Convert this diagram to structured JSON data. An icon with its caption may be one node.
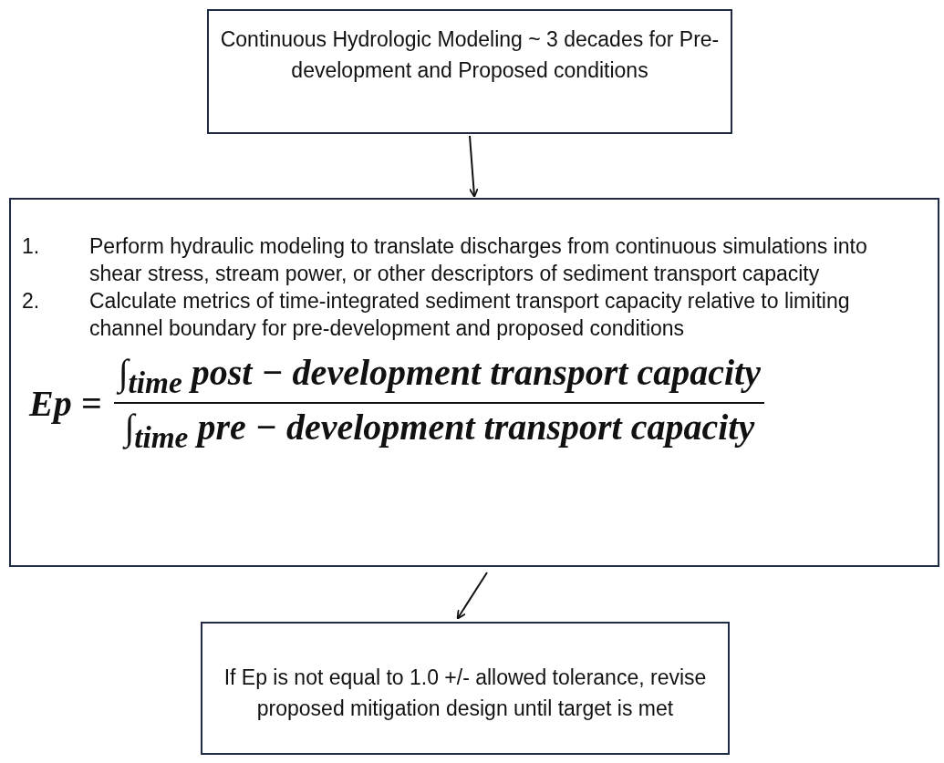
{
  "diagram": {
    "nodes": [
      {
        "text": [
          "Continuous Hydrologic Modeling ~ 3 decades for Pre-development and Proposed conditions"
        ]
      },
      {
        "text": [
          "1.",
          "Perform hydraulic modeling to translate discharges from continuous simulations into shear stress, stream power, or other descriptors of sediment transport capacity",
          "2.",
          "Calculate metrics of time-integrated sediment transport capacity relative to limiting channel boundary for pre-development and proposed conditions",
          "Ep =",
          "∫$_{time}$ post − development transport capacity",
          "∫$_{time}$ pre − development transport capacity"
        ]
      },
      {
        "text": [
          "If Ep is not equal to 1.0 +/- allowed tolerance, revise proposed mitigation design until target is met"
        ]
      }
    ],
    "edges": [
      {
        "from": 0,
        "to": 1,
        "arrow": "to"
      },
      {
        "from": 1,
        "to": 2,
        "arrow": "to"
      }
    ]
  }
}
